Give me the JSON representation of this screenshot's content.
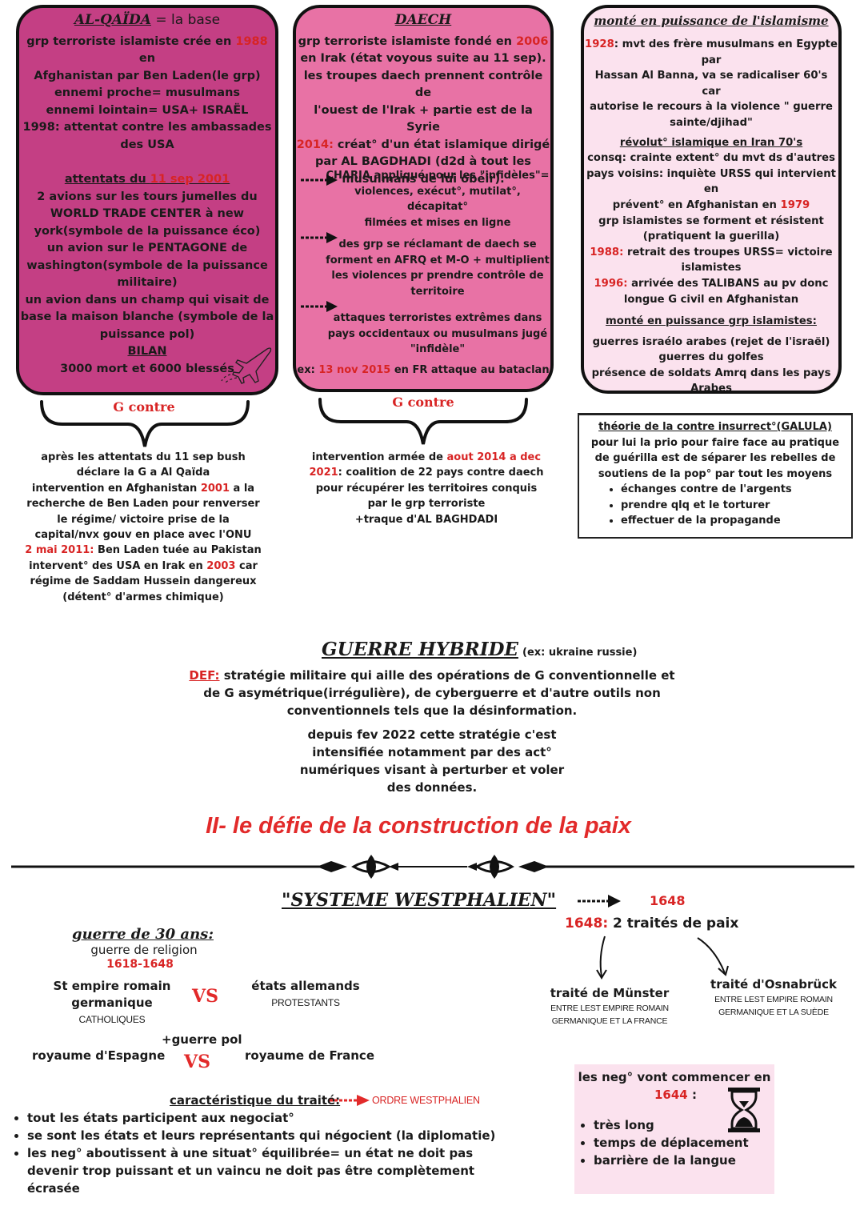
{
  "alqaida": {
    "title": "AL-QAÏDA",
    "title_suffix": " = la base",
    "l1a": "grp terroriste islamiste crée en ",
    "l1y": "1988",
    "l1b": " en",
    "l2": "Afghanistan par Ben Laden(le grp)",
    "l3": "ennemi proche= musulmans",
    "l4": "ennemi lointain= USA+ ISRAËL",
    "l5": "1998: attentat contre les ambassades",
    "l6": "des USA",
    "att_title_a": "attentats du ",
    "att_title_date": "11 sep 2001",
    "a1": "2 avions sur les tours jumelles du",
    "a2": "WORLD TRADE CENTER à new",
    "a3": "york(symbole de la puissance éco)",
    "a4": "un avion sur le PENTAGONE de",
    "a5": "washington(symbole de la puissance",
    "a6": "militaire)",
    "a7": "un avion dans un champ qui visait de",
    "a8": "base la maison blanche (symbole de la",
    "a9": "puissance pol)",
    "bilan": "BILAN",
    "a10": "3000 mort et 6000 blessés"
  },
  "daech": {
    "title": "DAECH",
    "l1a": "grp terroriste islamiste fondé en ",
    "l1y": "2006",
    "l2": "en Irak (état voyous suite au 11 sep).",
    "l3": "les troupes daech prennent contrôle de",
    "l4": "l'ouest de l'Irak + partie est de la Syrie",
    "l5y": "2014:",
    "l5": " créat° d'un état islamique dirigé",
    "l6": "par AL BAGDHADI (d2d à tout les",
    "l7": "musulmans de lui obéir).",
    "b1a": "CHARIA appliqué pour les \"infidèles\"=",
    "b1b": "violences, exécut°, mutilat°, décapitat°",
    "b1c": "filmées et mises en ligne",
    "b2a": "des grp se réclamant de daech se",
    "b2b": "forment en AFRQ et M-O + multiplient",
    "b2c": "les violences pr prendre contrôle de",
    "b2d": "territoire",
    "b3a": "attaques terroristes extrêmes dans",
    "b3b": "pays occidentaux ou musulmans jugé",
    "b3c": "\"infidèle\"",
    "ex_a": "ex: ",
    "ex_date": "13 nov 2015",
    "ex_b": " en FR attaque au bataclan"
  },
  "islamisme": {
    "title": "monté en puissance de l'islamisme",
    "y1928": "1928",
    "l1": ": mvt des frère musulmans en Egypte par",
    "l2": "Hassan Al Banna, va se radicaliser 60's car",
    "l3": "autorise le recours à la violence \" guerre",
    "l4": "sainte/djihad\"",
    "rev": "révolut° islamique en Iran 70's",
    "r1": "consq: crainte extent° du mvt ds d'autres",
    "r2": "pays voisins: inquiète URSS qui intervient en",
    "r3a": "prévent° en Afghanistan en ",
    "r3y": "1979",
    "r4": "grp islamistes se forment et résistent",
    "r5": "(pratiquent la guerilla)",
    "y1988": "1988:",
    "r6": " retrait des troupes URSS= victoire",
    "r7": "islamistes",
    "y1996": "1996:",
    "r8": " arrivée des TALIBANS au pv donc",
    "r9": "longue G civil en Afghanistan",
    "sub": "monté en puissance grp islamistes:",
    "s1": "guerres israélo arabes (rejet de l'israël)",
    "s2": "guerres du golfes",
    "s3": "présence de soldats Amrq dans les pays",
    "s4": "Arabes"
  },
  "gcontre1": {
    "label": "G contre",
    "l1": "après les attentats du 11 sep bush",
    "l2": "déclare la G a Al Qaïda",
    "l3a": "intervention en Afghanistan ",
    "l3y": "2001",
    "l3b": " a la",
    "l4": "recherche de Ben Laden pour renverser",
    "l5": "le régime/ victoire prise de la",
    "l6": "capital/nvx gouv en place avec l'ONU",
    "l7y": "2 mai 2011:",
    "l7": " Ben Laden tuée au Pakistan",
    "l8a": "intervent° des USA en Irak en ",
    "l8y": "2003",
    "l8b": " car",
    "l9": "régime de Saddam Hussein dangereux",
    "l10": "(détent° d'armes chimique)"
  },
  "gcontre2": {
    "label": "G contre",
    "l1a": "intervention armée de ",
    "l1d": "aout 2014 a dec",
    "l2y": "2021",
    "l2": ": coalition de 22 pays contre daech",
    "l3": "pour récupérer les territoires conquis",
    "l4": "par le grp terroriste",
    "l5": "+traque d'AL BAGHDADI"
  },
  "galula": {
    "title": "théorie de la contre insurrect°(GALULA)",
    "l1": "pour lui la prio pour faire face au pratique",
    "l2": "de guérilla est de séparer les rebelles de",
    "l3": "soutiens de la pop° par tout les moyens",
    "items": [
      "échanges contre de l'argents",
      "prendre qlq et le torturer",
      "effectuer de la propagande"
    ]
  },
  "hybride": {
    "title": "GUERRE HYBRIDE",
    "ex": "(ex: ukraine russie)",
    "def": "DEF:",
    "d1": " stratégie militaire qui aille des opérations de G conventionnelle et",
    "d2": "de G asymétrique(irrégulière), de cyberguerre et d'autre outils non",
    "d3": "conventionnels tels que la désinformation.",
    "p1": "depuis fev 2022 cette stratégie c'est",
    "p2": "intensifiée notamment par des act°",
    "p3": "numériques visant à perturber et voler",
    "p4": "des données."
  },
  "section2": {
    "title": "II- le défie de la construction de la paix"
  },
  "westphalie": {
    "title": "\"SYSTEME WESTPHALIEN\"",
    "year": "1648",
    "traites_y": "1648:",
    "traites": " 2 traités de paix",
    "munster": "traité de Münster",
    "munster_sub1": "ENTRE LEST EMPIRE ROMAIN",
    "munster_sub2": "GERMANIQUE ET LA FRANCE",
    "osna": "traité d'Osnabrück",
    "osna_sub1": "ENTRE LEST EMPIRE ROMAIN",
    "osna_sub2": "GERMANIQUE ET LA SUÈDE",
    "g30": "guerre de 30 ans:",
    "g30_sub": "guerre de religion",
    "g30_years": "1618-1648",
    "sacre1": "St empire romain",
    "sacre2": "germanique",
    "sacre3": "CATHOLIQUES",
    "vs": "VS",
    "etats1": "états allemands",
    "etats2": "PROTESTANTS",
    "guerrepol": "+guerre pol",
    "espagne": "royaume d'Espagne",
    "france": "royaume de France",
    "carac": "caractéristique du traité:",
    "ordre": "ORDRE WESTPHALIEN",
    "c1": "tout les états participent aux negociat°",
    "c2": "se sont les états et leurs représentants qui négocient (la diplomatie)",
    "c3a": "les neg° aboutissent à une situat° équilibrée= un état ne doit pas",
    "c3b": "devenir trop puissant et un vaincu ne doit pas être complètement",
    "c3c": "écrasée",
    "neg_title": "les neg° vont commencer en",
    "neg_year": "1644",
    "neg_colon": " :",
    "neg_items": [
      "très long",
      "temps de déplacement",
      "barrière de la langue"
    ]
  }
}
